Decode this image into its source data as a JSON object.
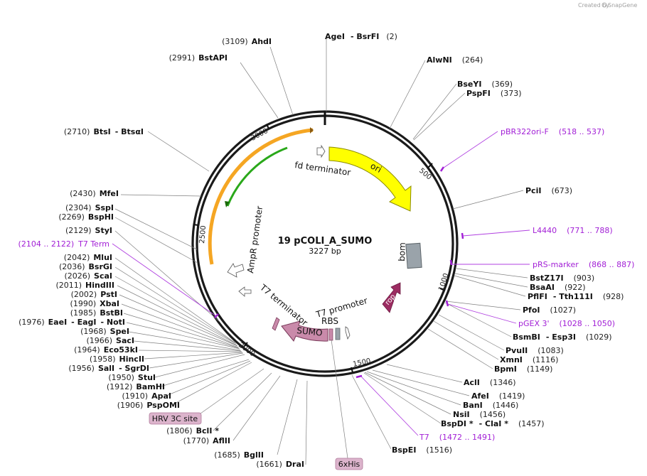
{
  "brand": {
    "created_by": "Created by",
    "product": "SnapGene"
  },
  "plasmid": {
    "name": "19 pCOLI_A_SUMO",
    "length_label": "3227 bp"
  },
  "ticks": [
    "500",
    "1000",
    "1500",
    "2000",
    "2500",
    "3000"
  ],
  "sites": [
    {
      "id": "ahdi",
      "pos": "(3109)",
      "name": "AhdI",
      "side": "L"
    },
    {
      "id": "bstapi",
      "pos": "(2991)",
      "name": "BstAPI",
      "side": "L"
    },
    {
      "id": "btsi",
      "pos": "(2710)",
      "name": "BtsI",
      "name2": "- BtsαI",
      "side": "L"
    },
    {
      "id": "mfei",
      "pos": "(2430)",
      "name": "MfeI",
      "side": "L"
    },
    {
      "id": "sspi",
      "pos": "(2304)",
      "name": "SspI",
      "side": "L"
    },
    {
      "id": "bsphi",
      "pos": "(2269)",
      "name": "BspHI",
      "side": "L"
    },
    {
      "id": "styi",
      "pos": "(2129)",
      "name": "StyI",
      "side": "L"
    },
    {
      "id": "mlui",
      "pos": "(2042)",
      "name": "MluI",
      "side": "L"
    },
    {
      "id": "bsrgi",
      "pos": "(2036)",
      "name": "BsrGI",
      "side": "L"
    },
    {
      "id": "scai",
      "pos": "(2026)",
      "name": "ScaI",
      "side": "L"
    },
    {
      "id": "hindiii",
      "pos": "(2011)",
      "name": "HindIII",
      "side": "L"
    },
    {
      "id": "psti",
      "pos": "(2002)",
      "name": "PstI",
      "side": "L"
    },
    {
      "id": "xbai",
      "pos": "(1990)",
      "name": "XbaI",
      "side": "L"
    },
    {
      "id": "bstbi",
      "pos": "(1985)",
      "name": "BstBI",
      "side": "L"
    },
    {
      "id": "eaei",
      "pos": "(1976)",
      "name": "EaeI",
      "name2": "- EagI",
      "name3": "- NotI",
      "side": "L"
    },
    {
      "id": "spei",
      "pos": "(1968)",
      "name": "SpeI",
      "side": "L"
    },
    {
      "id": "saci",
      "pos": "(1966)",
      "name": "SacI",
      "side": "L"
    },
    {
      "id": "eco53ki",
      "pos": "(1964)",
      "name": "Eco53kI",
      "side": "L"
    },
    {
      "id": "hincii",
      "pos": "(1958)",
      "name": "HincII",
      "side": "L"
    },
    {
      "id": "sali",
      "pos": "(1956)",
      "name": "SalI",
      "name2": "- SgrDI",
      "side": "L"
    },
    {
      "id": "stui",
      "pos": "(1950)",
      "name": "StuI",
      "side": "L"
    },
    {
      "id": "bamhi",
      "pos": "(1912)",
      "name": "BamHI",
      "side": "L"
    },
    {
      "id": "apai",
      "pos": "(1910)",
      "name": "ApaI",
      "side": "L"
    },
    {
      "id": "pspomi",
      "pos": "(1906)",
      "name": "PspOMI",
      "side": "L"
    },
    {
      "id": "bcli",
      "pos": "(1806)",
      "name": "BclI *",
      "side": "L"
    },
    {
      "id": "aflii",
      "pos": "(1770)",
      "name": "AflII",
      "side": "L"
    },
    {
      "id": "bglii",
      "pos": "(1685)",
      "name": "BglII",
      "side": "L"
    },
    {
      "id": "drai",
      "pos": "(1661)",
      "name": "DraI",
      "side": "L"
    },
    {
      "id": "agei",
      "pos": "(2)",
      "name": "AgeI",
      "name2": "- BsrFI",
      "side": "R"
    },
    {
      "id": "alwni",
      "pos": "(264)",
      "name": "AlwNI",
      "side": "R"
    },
    {
      "id": "bseyi",
      "pos": "(369)",
      "name": "BseYI",
      "side": "R"
    },
    {
      "id": "pspfi",
      "pos": "(373)",
      "name": "PspFI",
      "side": "R"
    },
    {
      "id": "pcii",
      "pos": "(673)",
      "name": "PciI",
      "side": "R"
    },
    {
      "id": "bstz17i",
      "pos": "(903)",
      "name": "BstZ17I",
      "side": "R"
    },
    {
      "id": "bsaai",
      "pos": "(922)",
      "name": "BsaAI",
      "side": "R"
    },
    {
      "id": "pflfi",
      "pos": "(928)",
      "name": "PflFI",
      "name2": "- Tth111I",
      "side": "R"
    },
    {
      "id": "pfoi",
      "pos": "(1027)",
      "name": "PfoI",
      "side": "R"
    },
    {
      "id": "bsmbi",
      "pos": "(1029)",
      "name": "BsmBI",
      "name2": "- Esp3I",
      "side": "R"
    },
    {
      "id": "pvuii",
      "pos": "(1083)",
      "name": "PvuII",
      "side": "R"
    },
    {
      "id": "xmni",
      "pos": "(1116)",
      "name": "XmnI",
      "side": "R"
    },
    {
      "id": "bpmi",
      "pos": "(1149)",
      "name": "BpmI",
      "side": "R"
    },
    {
      "id": "acli",
      "pos": "(1346)",
      "name": "AclI",
      "side": "R"
    },
    {
      "id": "afei",
      "pos": "(1419)",
      "name": "AfeI",
      "side": "R"
    },
    {
      "id": "bani",
      "pos": "(1446)",
      "name": "BanI",
      "side": "R"
    },
    {
      "id": "nsii",
      "pos": "(1456)",
      "name": "NsiI",
      "side": "R"
    },
    {
      "id": "bspdi",
      "pos": "(1457)",
      "name": "BspDI *",
      "name2": "- ClaI *",
      "side": "R"
    },
    {
      "id": "bspei",
      "pos": "(1516)",
      "name": "BspEI",
      "side": "R"
    }
  ],
  "primers": [
    {
      "id": "pbr322ori",
      "name": "pBR322ori-F",
      "range": "(518 .. 537)"
    },
    {
      "id": "l4440",
      "name": "L4440",
      "range": "(771 .. 788)"
    },
    {
      "id": "prsmarker",
      "name": "pRS-marker",
      "range": "(868 .. 887)"
    },
    {
      "id": "pgex3",
      "name": "pGEX 3'",
      "range": "(1028 .. 1050)"
    },
    {
      "id": "t7",
      "name": "T7",
      "range": "(1472 .. 1491)"
    },
    {
      "id": "t7term",
      "name": "T7 Term",
      "range": "(2104 .. 2122)"
    }
  ],
  "features": {
    "ori": "ori",
    "fd_terminator": "fd terminator",
    "bom": "bom",
    "rop": "rop",
    "t7_promoter": "T7 promoter",
    "rbs": "RBS",
    "sumo": "SUMO",
    "t7_terminator": "T7 terminator",
    "ampr_promoter": "AmpR promoter"
  },
  "badges": {
    "hrv": "HRV 3C site",
    "his": "6xHis"
  },
  "colors": {
    "ori": "#ffff00",
    "ori_stroke": "#8a8a00",
    "bom": "#9aa3aa",
    "rop": "#9c2c62",
    "sumo": "#c98aaa",
    "amp_orange": "#f5a623",
    "amp_green": "#2aa81a",
    "primer": "#a21fd6",
    "badge": "#dcb4cc"
  }
}
